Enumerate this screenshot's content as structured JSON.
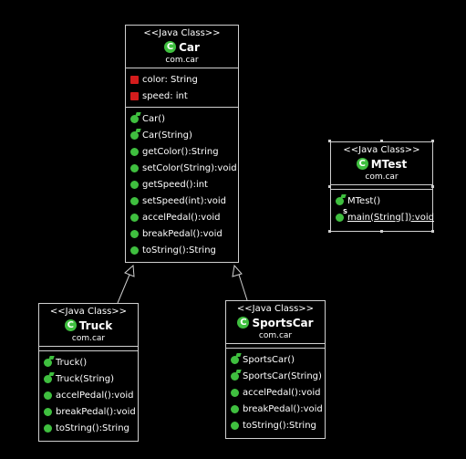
{
  "classes": {
    "car": {
      "stereotype": "<<Java Class>>",
      "name": "Car",
      "package": "com.car",
      "fields": [
        {
          "label": "color: String"
        },
        {
          "label": "speed: int"
        }
      ],
      "methods": [
        {
          "label": "Car()",
          "kind": "ctor"
        },
        {
          "label": "Car(String)",
          "kind": "ctor"
        },
        {
          "label": "getColor():String",
          "kind": "method"
        },
        {
          "label": "setColor(String):void",
          "kind": "method"
        },
        {
          "label": "getSpeed():int",
          "kind": "method"
        },
        {
          "label": "setSpeed(int):void",
          "kind": "method"
        },
        {
          "label": "accelPedal():void",
          "kind": "method"
        },
        {
          "label": "breakPedal():void",
          "kind": "method"
        },
        {
          "label": "toString():String",
          "kind": "method"
        }
      ]
    },
    "mtest": {
      "stereotype": "<<Java Class>>",
      "name": "MTest",
      "package": "com.car",
      "methods": [
        {
          "label": "MTest()",
          "kind": "ctor"
        },
        {
          "label": "main(String[]):void",
          "kind": "static"
        }
      ]
    },
    "truck": {
      "stereotype": "<<Java Class>>",
      "name": "Truck",
      "package": "com.car",
      "methods": [
        {
          "label": "Truck()",
          "kind": "ctor"
        },
        {
          "label": "Truck(String)",
          "kind": "ctor"
        },
        {
          "label": "accelPedal():void",
          "kind": "method"
        },
        {
          "label": "breakPedal():void",
          "kind": "method"
        },
        {
          "label": "toString():String",
          "kind": "method"
        }
      ]
    },
    "sportscar": {
      "stereotype": "<<Java Class>>",
      "name": "SportsCar",
      "package": "com.car",
      "methods": [
        {
          "label": "SportsCar()",
          "kind": "ctor"
        },
        {
          "label": "SportsCar(String)",
          "kind": "ctor"
        },
        {
          "label": "accelPedal():void",
          "kind": "method"
        },
        {
          "label": "breakPedal():void",
          "kind": "method"
        },
        {
          "label": "toString():String",
          "kind": "method"
        }
      ]
    }
  },
  "colors": {
    "background": "#000000",
    "border": "#cfcfcf",
    "class_badge": "#3fbf3f",
    "method_icon": "#3fbf3f",
    "field_icon": "#d41c1c"
  }
}
